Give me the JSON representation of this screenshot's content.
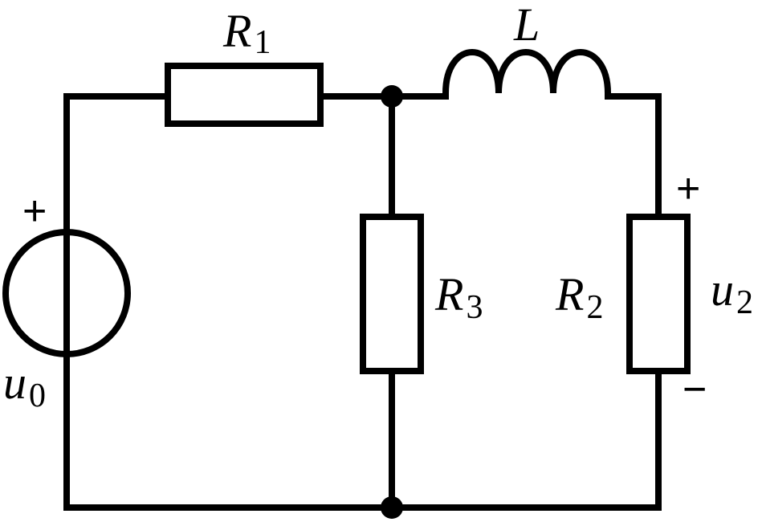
{
  "labels": {
    "r1": {
      "letter": "R",
      "sub": "1"
    },
    "l": {
      "letter": "L"
    },
    "r3": {
      "letter": "R",
      "sub": "3"
    },
    "r2": {
      "letter": "R",
      "sub": "2"
    },
    "u2": {
      "letter": "u",
      "sub": "2"
    },
    "u0": {
      "letter": "u",
      "sub": "0"
    }
  },
  "polarity": {
    "source_plus": "+",
    "u2_plus": "+",
    "u2_minus": "−"
  }
}
